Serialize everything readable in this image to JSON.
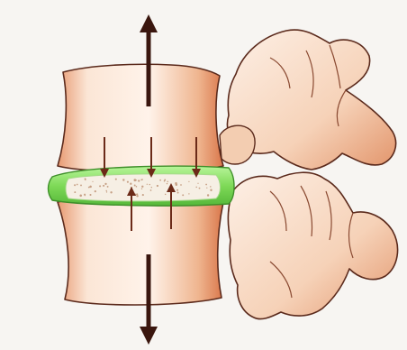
{
  "diagram": {
    "subject": "vertebral-segment-with-disc",
    "colors": {
      "background": "#f7f5f2",
      "bone_light": "#fbe6d6",
      "bone_mid": "#efc0a0",
      "bone_dark": "#d9764a",
      "outline": "#5b2a1c",
      "disc_ring": "#7ed957",
      "disc_core": "#f6efe4",
      "disc_dots": "#c6a085",
      "big_arrow": "#3a160e",
      "small_arrow": "#6b2a18"
    },
    "arrows": {
      "vertical_traction": [
        {
          "name": "traction-up-arrow",
          "direction": "up"
        },
        {
          "name": "traction-down-arrow",
          "direction": "down"
        }
      ],
      "compression": [
        {
          "name": "compression-arrow-1",
          "direction": "down"
        },
        {
          "name": "compression-arrow-2",
          "direction": "down"
        },
        {
          "name": "compression-arrow-3",
          "direction": "down"
        },
        {
          "name": "compression-arrow-4",
          "direction": "up"
        },
        {
          "name": "compression-arrow-5",
          "direction": "up"
        }
      ]
    }
  }
}
